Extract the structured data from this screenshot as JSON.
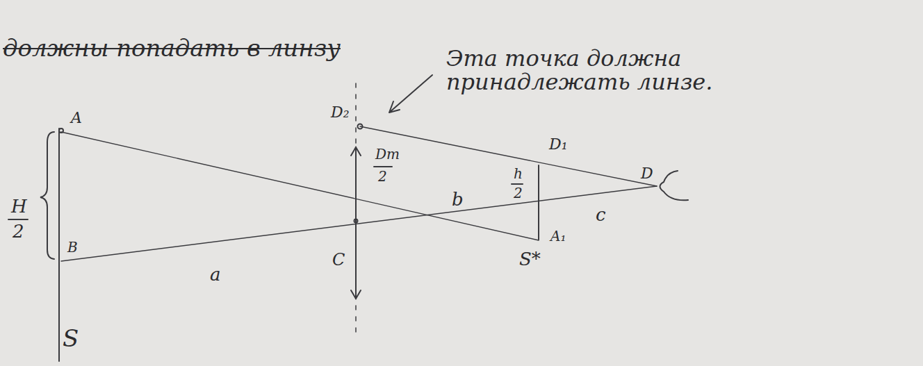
{
  "diagram": {
    "labels": [
      "должны попадать в линзу",
      "Эта точка должна принадлежать линзе.",
      "A",
      "H",
      "2",
      "B",
      "a",
      "C",
      "D₂",
      "Dm",
      "2",
      "b",
      "D₁",
      "h",
      "2",
      "c",
      "A₁",
      "S*",
      "S",
      "D"
    ]
  }
}
